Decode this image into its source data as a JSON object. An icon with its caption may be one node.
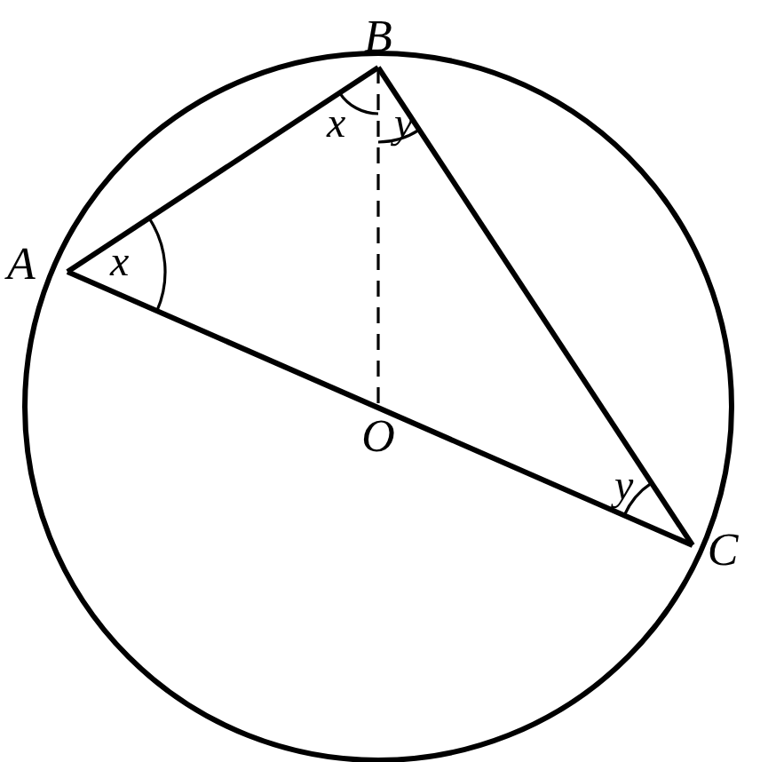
{
  "diagram": {
    "nodes": [
      {
        "text": [
          "A"
        ]
      },
      {
        "text": [
          "B"
        ]
      },
      {
        "text": [
          "O"
        ]
      },
      {
        "text": [
          "C"
        ]
      }
    ],
    "edges": [
      {
        "from": 0,
        "to": 1,
        "arrow": "none"
      },
      {
        "from": 1,
        "to": 3,
        "arrow": "none"
      },
      {
        "from": 0,
        "to": 3,
        "arrow": "none"
      },
      {
        "from": 1,
        "to": 2,
        "arrow": "none",
        "style": "dashed"
      }
    ],
    "labels": [
      "x",
      "y",
      "x",
      "y"
    ]
  }
}
